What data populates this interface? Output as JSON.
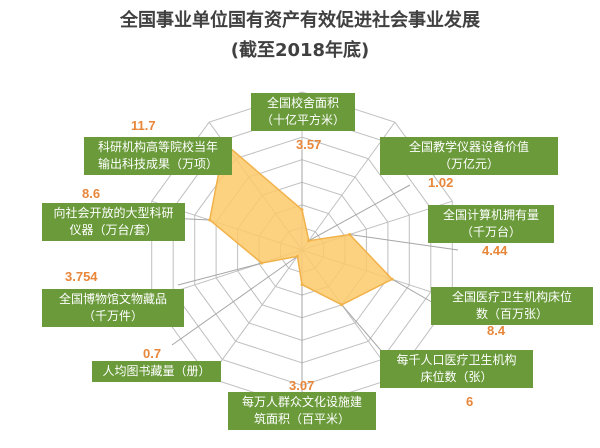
{
  "title": "全国事业单位国有资产有效促进社会事业发展",
  "subtitle": "(截至2018年底)",
  "colors": {
    "fill": "#fcc96a",
    "stroke": "#f1b24a",
    "grid": "#bfbfbf",
    "label_bg": "#6a9a3a",
    "value": "#e8863a"
  },
  "chart_data": {
    "type": "radar",
    "title": "全国事业单位国有资产有效促进社会事业发展",
    "subtitle": "(截至2018年底)",
    "categories": [
      "全国校舍面积\n（十亿平方米）",
      "全国教学仪器设备价值\n（万亿元）",
      "全国计算机拥有量\n（千万台）",
      "全国医疗卫生机构床位\n数（百万张）",
      "每千人口医疗卫生机构\n床位数（张）",
      "每万人群众文化设施建\n筑面积（百平米）",
      "人均图书藏量（册）",
      "全国博物馆文物藏品\n（千万件）",
      "向社会开放的大型科研\n仪器（万台/套）",
      "科研机构高等院校当年\n输出科技成果（万项）"
    ],
    "values": [
      3.57,
      1.02,
      4.44,
      8.4,
      6,
      3.07,
      0.7,
      3.754,
      8.6,
      11.7
    ],
    "value_labels": [
      "3.57",
      "1.02",
      "4.44",
      "8.4",
      "6",
      "3.07",
      "0.7",
      "3.754",
      "8.6",
      "11.7"
    ],
    "rmax": 14,
    "grid_rings": 7
  }
}
